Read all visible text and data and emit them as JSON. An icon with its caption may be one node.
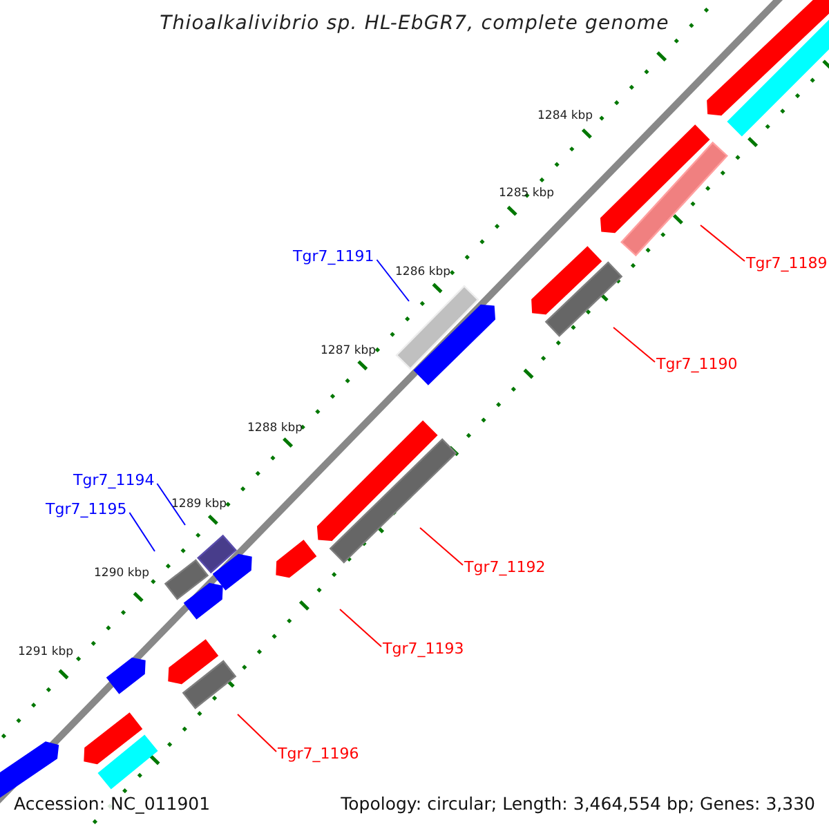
{
  "diagram": {
    "title": "Thioalkalivibrio sp. HL-EbGR7, complete genome",
    "nodes": [
      {
        "text": [
          "Tgr7_1189"
        ]
      },
      {
        "text": [
          "Tgr7_1190"
        ]
      },
      {
        "text": [
          "Tgr7_1191"
        ]
      },
      {
        "text": [
          "Tgr7_1192"
        ]
      },
      {
        "text": [
          "Tgr7_1193"
        ]
      },
      {
        "text": [
          "Tgr7_1194"
        ]
      },
      {
        "text": [
          "Tgr7_1195"
        ]
      },
      {
        "text": [
          "Tgr7_1196"
        ]
      }
    ],
    "edges": [
      {
        "from": 0,
        "to": null,
        "arrow": "none",
        "color": "#ff0000"
      },
      {
        "from": 1,
        "to": null,
        "arrow": "none",
        "color": "#ff0000"
      },
      {
        "from": 2,
        "to": null,
        "arrow": "none",
        "color": "#0000ff"
      },
      {
        "from": 3,
        "to": null,
        "arrow": "none",
        "color": "#ff0000"
      },
      {
        "from": 4,
        "to": null,
        "arrow": "none",
        "color": "#ff0000"
      },
      {
        "from": 5,
        "to": null,
        "arrow": "none",
        "color": "#0000ff"
      },
      {
        "from": 6,
        "to": null,
        "arrow": "none",
        "color": "#0000ff"
      },
      {
        "from": 7,
        "to": null,
        "arrow": "none",
        "color": "#ff0000"
      }
    ],
    "labels": [
      "1284 kbp",
      "1285 kbp",
      "1286 kbp",
      "1287 kbp",
      "1288 kbp",
      "1289 kbp",
      "1290 kbp",
      "1291 kbp",
      "Accession: NC_011901",
      "Topology: circular; Length: 3,464,554 bp; Genes: 3,330"
    ]
  }
}
